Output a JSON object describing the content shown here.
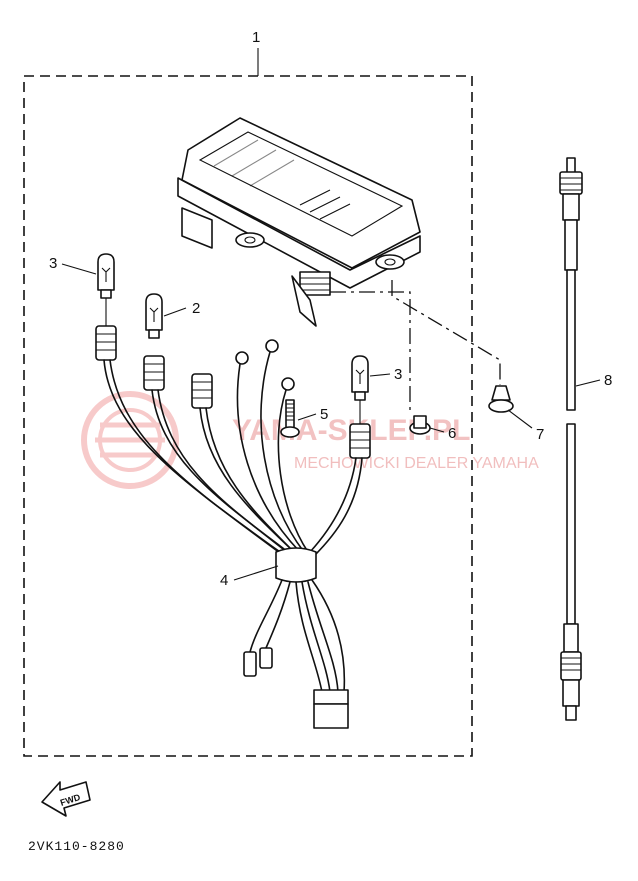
{
  "diagram": {
    "callouts": [
      {
        "id": "1",
        "text": "1"
      },
      {
        "id": "2",
        "text": "2"
      },
      {
        "id": "3a",
        "text": "3"
      },
      {
        "id": "3b",
        "text": "3"
      },
      {
        "id": "4",
        "text": "4"
      },
      {
        "id": "5",
        "text": "5"
      },
      {
        "id": "6",
        "text": "6"
      },
      {
        "id": "7",
        "text": "7"
      },
      {
        "id": "8",
        "text": "8"
      }
    ],
    "fwd_label": "FWD",
    "drawing_code": "2VK110-8280",
    "watermark": {
      "line1": "YAMA-SKLEP.PL",
      "line2": "MECHOWICKI DEALER YAMAHA"
    }
  }
}
